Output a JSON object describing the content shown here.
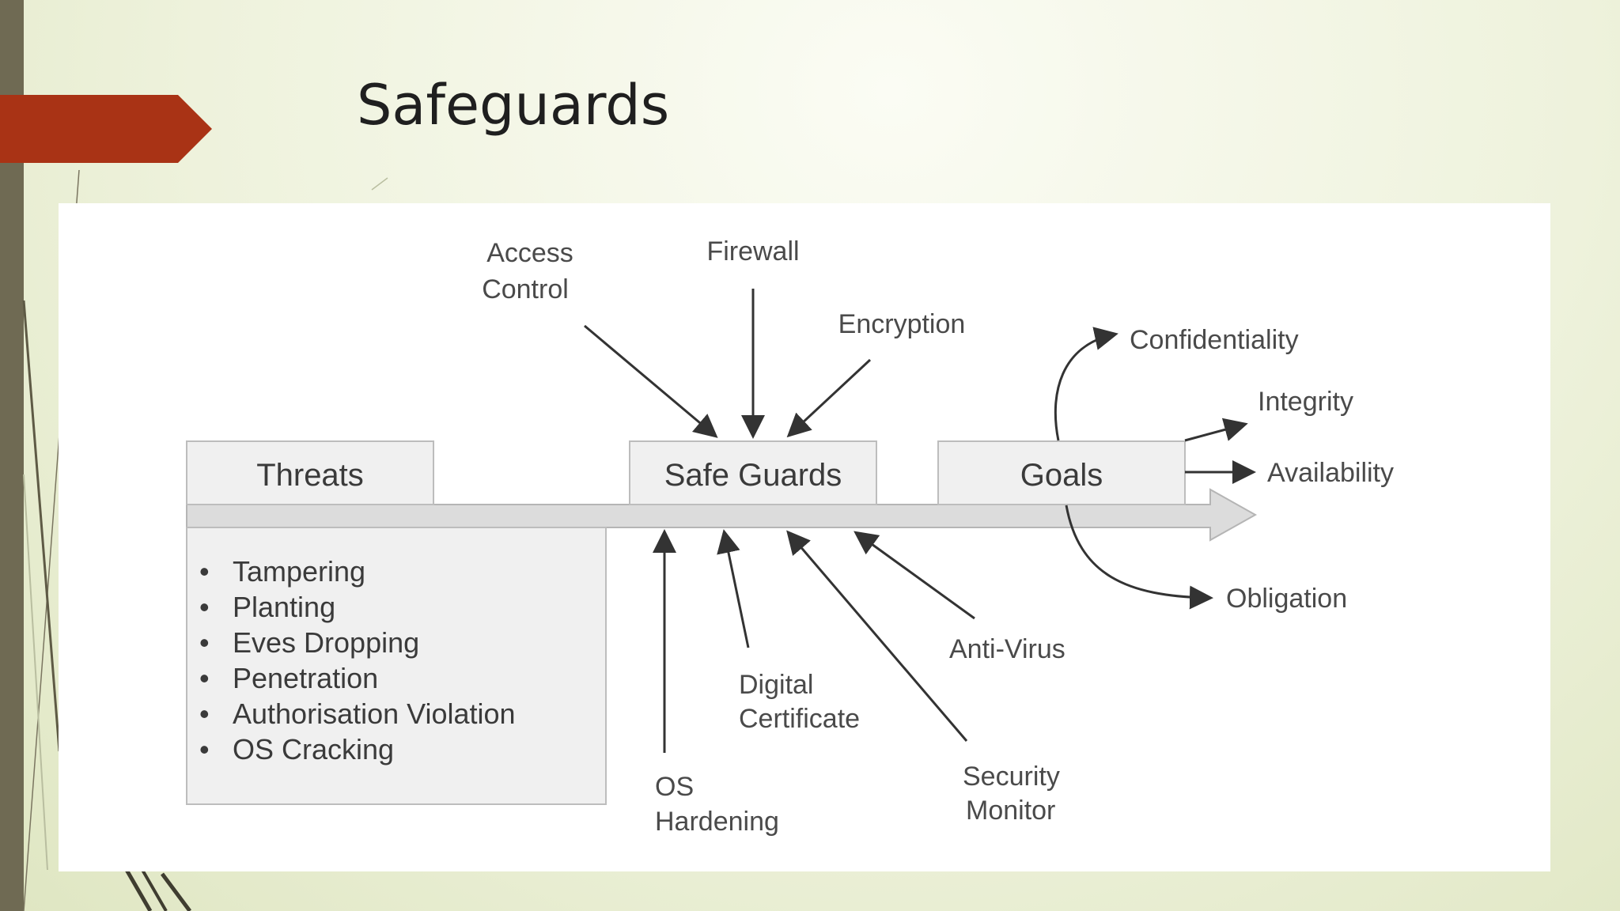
{
  "slide": {
    "title": "Safeguards",
    "accent_color": "#a93315",
    "bar_color": "#6f6a53"
  },
  "diagram": {
    "boxes": {
      "threats": "Threats",
      "safeguards": "Safe Guards",
      "goals": "Goals"
    },
    "threats_list": [
      "Tampering",
      "Planting",
      "Eves Dropping",
      "Penetration",
      "Authorisation Violation",
      "OS Cracking"
    ],
    "bullet_char": "•",
    "safeguards_top": {
      "access_control": [
        "Access",
        "Control"
      ],
      "firewall": "Firewall",
      "encryption": "Encryption"
    },
    "safeguards_bottom": {
      "os_hardening": [
        "OS",
        "Hardening"
      ],
      "digital_certificate": [
        "Digital",
        "Certificate"
      ],
      "security_monitor": [
        "Security",
        "Monitor"
      ],
      "anti_virus": "Anti-Virus"
    },
    "goals": {
      "confidentiality": "Confidentiality",
      "integrity": "Integrity",
      "availability": "Availability",
      "obligation": "Obligation"
    }
  }
}
